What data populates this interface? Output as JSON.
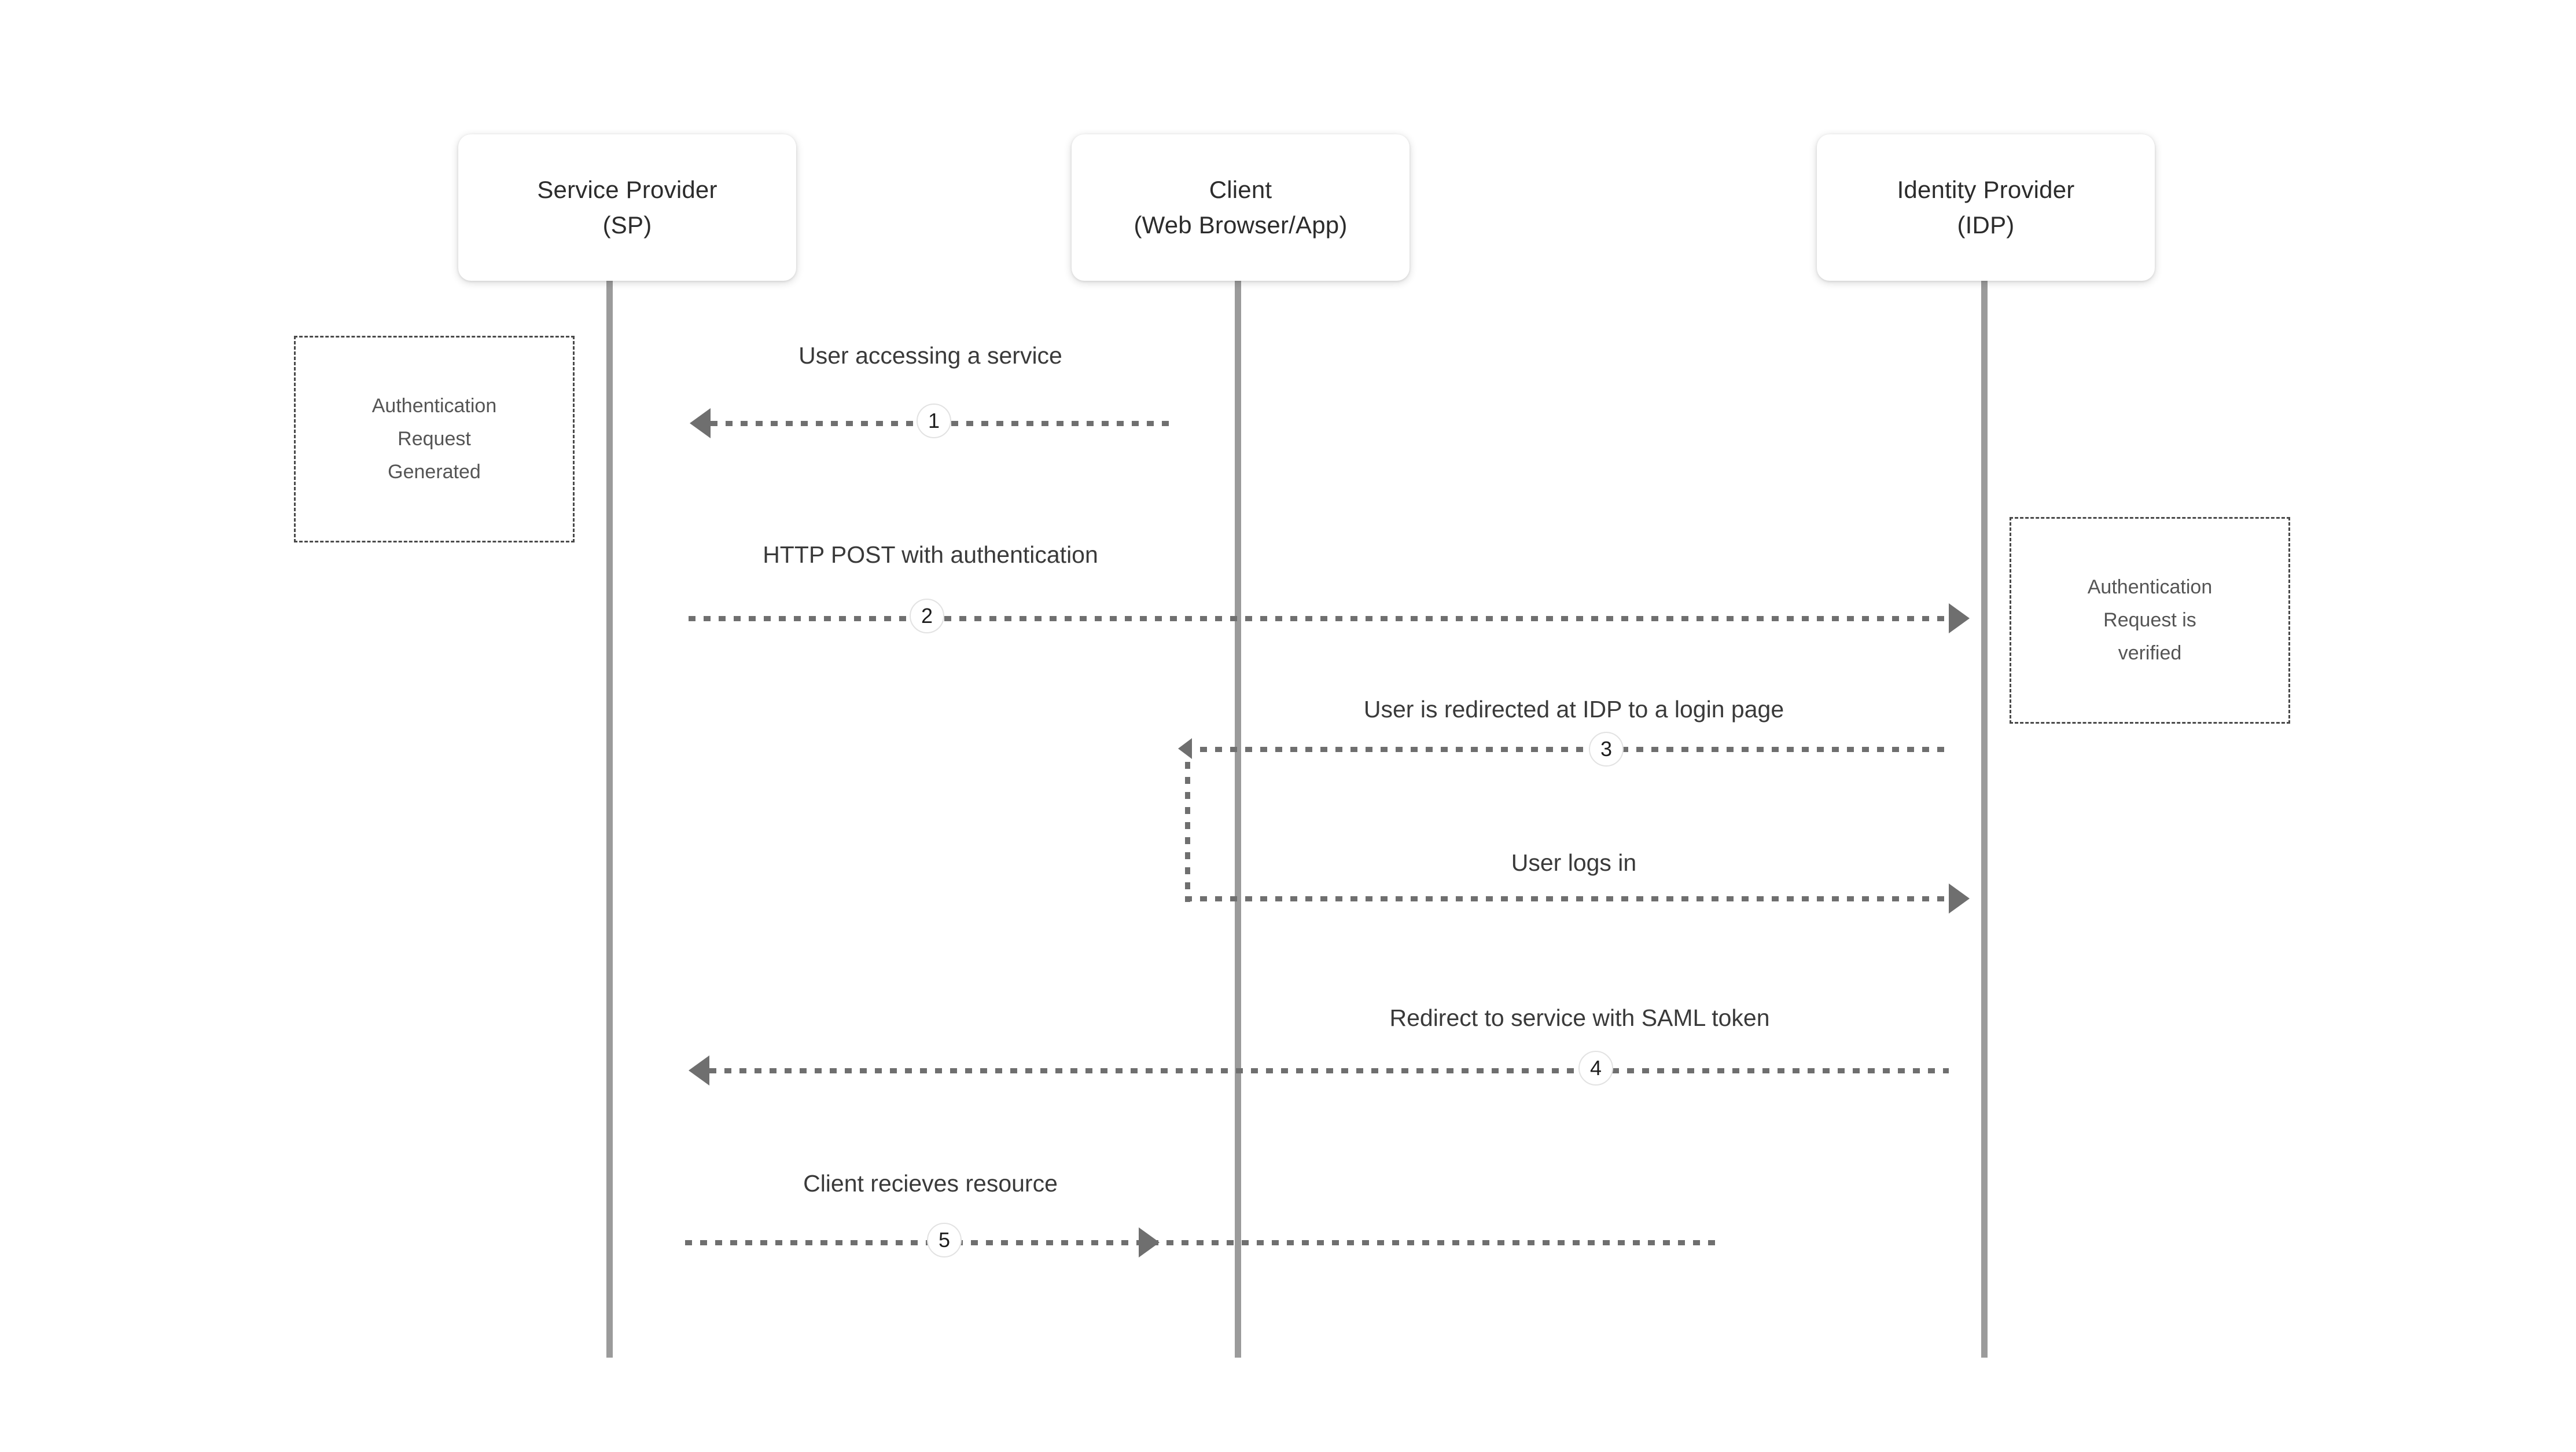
{
  "diagram": {
    "title": "SAML authentication sequence diagram",
    "type": "sequence",
    "colors": {
      "background": "#ffffff",
      "lifeline": "#9b9b9b",
      "message": "#6f6f6f",
      "note_border": "#4a4a4a",
      "note_text": "#555555",
      "participant_text": "#2c2c2c",
      "label_text": "#3a3a3a",
      "badge_background": "#ffffff"
    }
  },
  "participants": [
    {
      "id": "sp",
      "line1": "Service Provider",
      "line2": "(SP)"
    },
    {
      "id": "client",
      "line1": "Client",
      "line2": "(Web Browser/App)"
    },
    {
      "id": "idp",
      "line1": "Identity Provider",
      "line2": "(IDP)"
    }
  ],
  "notes": [
    {
      "id": "note-left",
      "lines": [
        "Authentication",
        "Request",
        "Generated"
      ]
    },
    {
      "id": "note-right",
      "lines": [
        "Authentication",
        "Request is",
        "verified"
      ]
    }
  ],
  "messages": [
    {
      "id": "m1",
      "number": "1",
      "label": "User accessing a service",
      "from": "client",
      "to": "sp",
      "direction": "left"
    },
    {
      "id": "m2",
      "number": "2",
      "label": "HTTP POST with authentication",
      "from": "sp",
      "to": "idp",
      "direction": "right"
    },
    {
      "id": "m3",
      "number": "3",
      "label": "User is redirected at IDP to a login page",
      "from": "idp",
      "to": "client",
      "direction": "left"
    },
    {
      "id": "m4",
      "number": "",
      "label": "User logs in",
      "from": "client",
      "to": "idp",
      "direction": "right"
    },
    {
      "id": "m5",
      "number": "4",
      "label": "Redirect to service with SAML token",
      "from": "idp",
      "to": "sp",
      "direction": "left"
    },
    {
      "id": "m6",
      "number": "5",
      "label": "Client recieves resource",
      "from": "sp",
      "to": "client",
      "direction": "right"
    }
  ]
}
